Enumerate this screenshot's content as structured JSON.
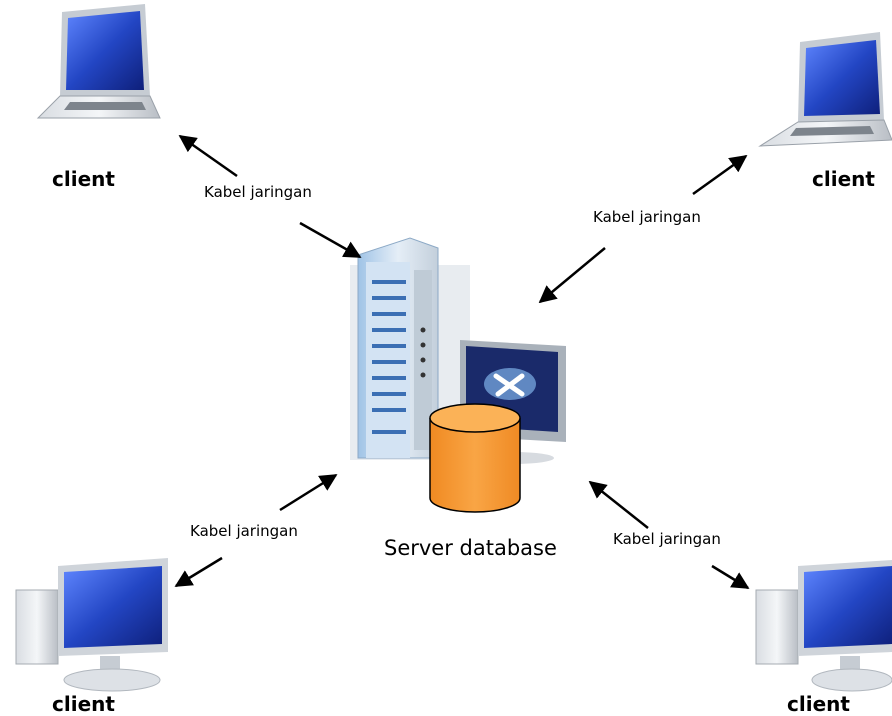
{
  "clients": [
    {
      "id": "top-left",
      "label": "client"
    },
    {
      "id": "top-right",
      "label": "client"
    },
    {
      "id": "bottom-left",
      "label": "client"
    },
    {
      "id": "bottom-right",
      "label": "client"
    }
  ],
  "cables": [
    {
      "label": "Kabel jaringan"
    },
    {
      "label": "Kabel jaringan"
    },
    {
      "label": "Kabel jaringan"
    },
    {
      "label": "Kabel jaringan"
    }
  ],
  "server": {
    "label": "Server database"
  },
  "colors": {
    "database": "#f7a040",
    "database_top": "#fbb257",
    "screen": "#2d4fd0",
    "arrow": "#000000"
  }
}
